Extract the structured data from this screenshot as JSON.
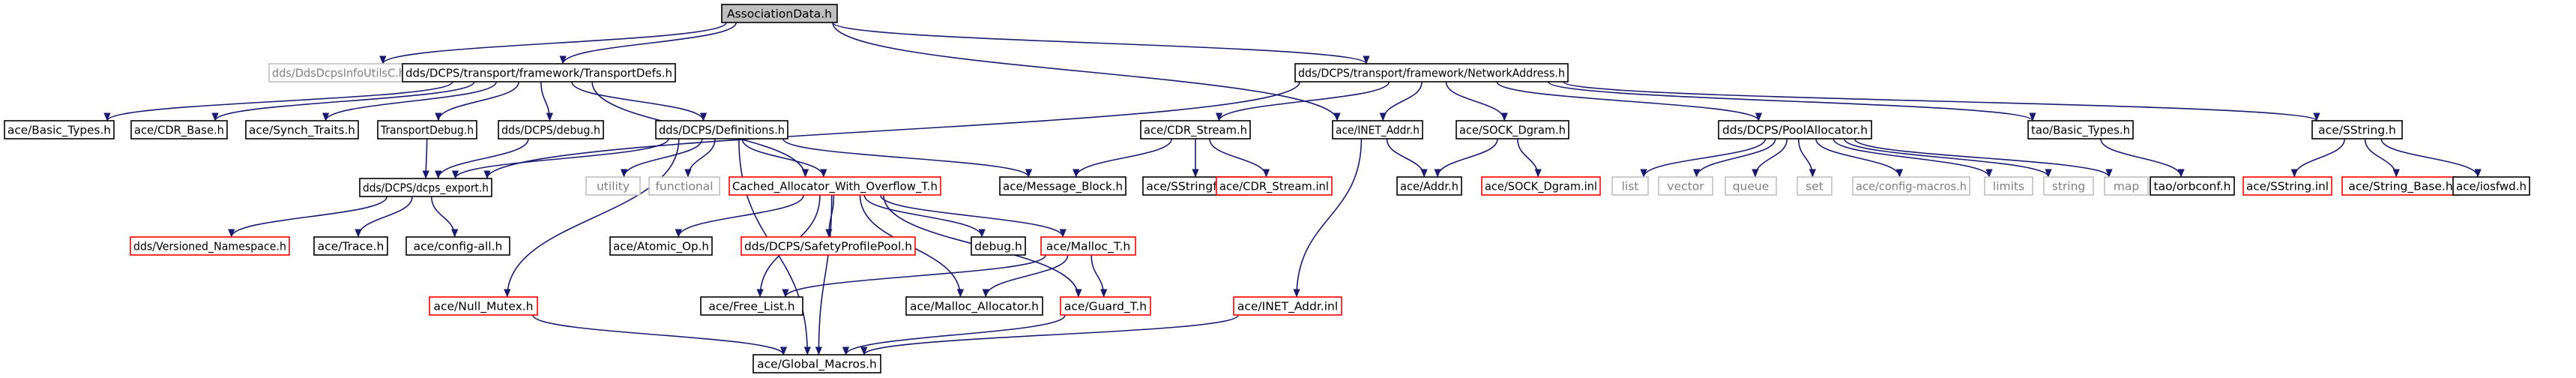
{
  "colors": {
    "root_fill": "#bfbfbf",
    "node_border": "#000000",
    "missing_border": "#ff0000",
    "system_border": "#bfbfbf",
    "system_text": "#7f7f7f",
    "edge": "#191970",
    "text": "#000000"
  },
  "nodes": [
    {
      "id": "root",
      "label": "AssociationData.h",
      "kind": "root"
    },
    {
      "id": "info",
      "label": "dds/DdsDcpsInfoUtilsC.h",
      "kind": "system"
    },
    {
      "id": "tdefs",
      "label": "dds/DCPS/transport/framework/TransportDefs.h",
      "kind": "normal"
    },
    {
      "id": "netaddr",
      "label": "dds/DCPS/transport/framework/NetworkAddress.h",
      "kind": "normal"
    },
    {
      "id": "basic",
      "label": "ace/Basic_Types.h",
      "kind": "normal"
    },
    {
      "id": "cdrbase",
      "label": "ace/CDR_Base.h",
      "kind": "normal"
    },
    {
      "id": "synch",
      "label": "ace/Synch_Traits.h",
      "kind": "normal"
    },
    {
      "id": "tdebug",
      "label": "TransportDebug.h",
      "kind": "normal"
    },
    {
      "id": "ddebug",
      "label": "dds/DCPS/debug.h",
      "kind": "normal"
    },
    {
      "id": "defs",
      "label": "dds/DCPS/Definitions.h",
      "kind": "normal"
    },
    {
      "id": "cdrstream",
      "label": "ace/CDR_Stream.h",
      "kind": "normal"
    },
    {
      "id": "inetaddr",
      "label": "ace/INET_Addr.h",
      "kind": "normal"
    },
    {
      "id": "sockdgram",
      "label": "ace/SOCK_Dgram.h",
      "kind": "normal"
    },
    {
      "id": "poolalloc",
      "label": "dds/DCPS/PoolAllocator.h",
      "kind": "normal"
    },
    {
      "id": "taobasic",
      "label": "tao/Basic_Types.h",
      "kind": "normal"
    },
    {
      "id": "sstring",
      "label": "ace/SString.h",
      "kind": "normal"
    },
    {
      "id": "export",
      "label": "dds/DCPS/dcps_export.h",
      "kind": "normal"
    },
    {
      "id": "utility",
      "label": "utility",
      "kind": "system"
    },
    {
      "id": "functional",
      "label": "functional",
      "kind": "system"
    },
    {
      "id": "cached",
      "label": "Cached_Allocator_With_Overflow_T.h",
      "kind": "missing"
    },
    {
      "id": "msgblock",
      "label": "ace/Message_Block.h",
      "kind": "normal"
    },
    {
      "id": "sstringfwd",
      "label": "ace/SStringfwd.h",
      "kind": "normal"
    },
    {
      "id": "cdrinl",
      "label": "ace/CDR_Stream.inl",
      "kind": "missing"
    },
    {
      "id": "addr",
      "label": "ace/Addr.h",
      "kind": "normal"
    },
    {
      "id": "sockinl",
      "label": "ace/SOCK_Dgram.inl",
      "kind": "missing"
    },
    {
      "id": "list",
      "label": "list",
      "kind": "system"
    },
    {
      "id": "vector",
      "label": "vector",
      "kind": "system"
    },
    {
      "id": "queue",
      "label": "queue",
      "kind": "system"
    },
    {
      "id": "set",
      "label": "set",
      "kind": "system"
    },
    {
      "id": "configmacros",
      "label": "ace/config-macros.h",
      "kind": "system"
    },
    {
      "id": "limits",
      "label": "limits",
      "kind": "system"
    },
    {
      "id": "string",
      "label": "string",
      "kind": "system"
    },
    {
      "id": "map",
      "label": "map",
      "kind": "system"
    },
    {
      "id": "orbconf",
      "label": "tao/orbconf.h",
      "kind": "normal"
    },
    {
      "id": "sstringinl",
      "label": "ace/SString.inl",
      "kind": "missing"
    },
    {
      "id": "stringbase",
      "label": "ace/String_Base.h",
      "kind": "missing"
    },
    {
      "id": "iosfwd",
      "label": "ace/iosfwd.h",
      "kind": "normal"
    },
    {
      "id": "versioned",
      "label": "dds/Versioned_Namespace.h",
      "kind": "missing"
    },
    {
      "id": "trace",
      "label": "ace/Trace.h",
      "kind": "normal"
    },
    {
      "id": "configall",
      "label": "ace/config-all.h",
      "kind": "normal"
    },
    {
      "id": "atomic",
      "label": "ace/Atomic_Op.h",
      "kind": "normal"
    },
    {
      "id": "safety",
      "label": "dds/DCPS/SafetyProfilePool.h",
      "kind": "missing"
    },
    {
      "id": "debugh",
      "label": "debug.h",
      "kind": "normal"
    },
    {
      "id": "malloct",
      "label": "ace/Malloc_T.h",
      "kind": "missing"
    },
    {
      "id": "nullmutex",
      "label": "ace/Null_Mutex.h",
      "kind": "missing"
    },
    {
      "id": "freelist",
      "label": "ace/Free_List.h",
      "kind": "normal"
    },
    {
      "id": "mallocalloc",
      "label": "ace/Malloc_Allocator.h",
      "kind": "normal"
    },
    {
      "id": "guardt",
      "label": "ace/Guard_T.h",
      "kind": "missing"
    },
    {
      "id": "inetinl",
      "label": "ace/INET_Addr.inl",
      "kind": "missing"
    },
    {
      "id": "globalmacros",
      "label": "ace/Global_Macros.h",
      "kind": "normal"
    }
  ],
  "edges": [
    [
      "root",
      "info"
    ],
    [
      "root",
      "tdefs"
    ],
    [
      "root",
      "inetaddr"
    ],
    [
      "root",
      "netaddr"
    ],
    [
      "tdefs",
      "basic"
    ],
    [
      "tdefs",
      "cdrbase"
    ],
    [
      "tdefs",
      "synch"
    ],
    [
      "tdefs",
      "tdebug"
    ],
    [
      "tdefs",
      "ddebug"
    ],
    [
      "tdefs",
      "defs"
    ],
    [
      "tdefs",
      "cached"
    ],
    [
      "netaddr",
      "export"
    ],
    [
      "netaddr",
      "cdrstream"
    ],
    [
      "netaddr",
      "inetaddr"
    ],
    [
      "netaddr",
      "sockdgram"
    ],
    [
      "netaddr",
      "poolalloc"
    ],
    [
      "netaddr",
      "taobasic"
    ],
    [
      "netaddr",
      "sstring"
    ],
    [
      "tdebug",
      "export"
    ],
    [
      "ddebug",
      "export"
    ],
    [
      "defs",
      "export"
    ],
    [
      "defs",
      "utility"
    ],
    [
      "defs",
      "functional"
    ],
    [
      "defs",
      "cached"
    ],
    [
      "defs",
      "msgblock"
    ],
    [
      "defs",
      "nullmutex"
    ],
    [
      "defs",
      "globalmacros"
    ],
    [
      "cdrstream",
      "msgblock"
    ],
    [
      "cdrstream",
      "sstringfwd"
    ],
    [
      "cdrstream",
      "cdrinl"
    ],
    [
      "inetaddr",
      "addr"
    ],
    [
      "inetaddr",
      "inetinl"
    ],
    [
      "sockdgram",
      "addr"
    ],
    [
      "sockdgram",
      "sockinl"
    ],
    [
      "poolalloc",
      "list"
    ],
    [
      "poolalloc",
      "vector"
    ],
    [
      "poolalloc",
      "queue"
    ],
    [
      "poolalloc",
      "set"
    ],
    [
      "poolalloc",
      "configmacros"
    ],
    [
      "poolalloc",
      "limits"
    ],
    [
      "poolalloc",
      "string"
    ],
    [
      "poolalloc",
      "map"
    ],
    [
      "taobasic",
      "orbconf"
    ],
    [
      "sstring",
      "sstringinl"
    ],
    [
      "sstring",
      "stringbase"
    ],
    [
      "sstring",
      "iosfwd"
    ],
    [
      "export",
      "versioned"
    ],
    [
      "export",
      "trace"
    ],
    [
      "export",
      "configall"
    ],
    [
      "cached",
      "atomic"
    ],
    [
      "cached",
      "safety"
    ],
    [
      "cached",
      "debugh"
    ],
    [
      "cached",
      "malloct"
    ],
    [
      "cached",
      "freelist"
    ],
    [
      "cached",
      "mallocalloc"
    ],
    [
      "cached",
      "guardt"
    ],
    [
      "cached",
      "globalmacros"
    ],
    [
      "malloct",
      "freelist"
    ],
    [
      "malloct",
      "mallocalloc"
    ],
    [
      "malloct",
      "guardt"
    ],
    [
      "nullmutex",
      "globalmacros"
    ],
    [
      "guardt",
      "globalmacros"
    ],
    [
      "inetinl",
      "globalmacros"
    ]
  ]
}
